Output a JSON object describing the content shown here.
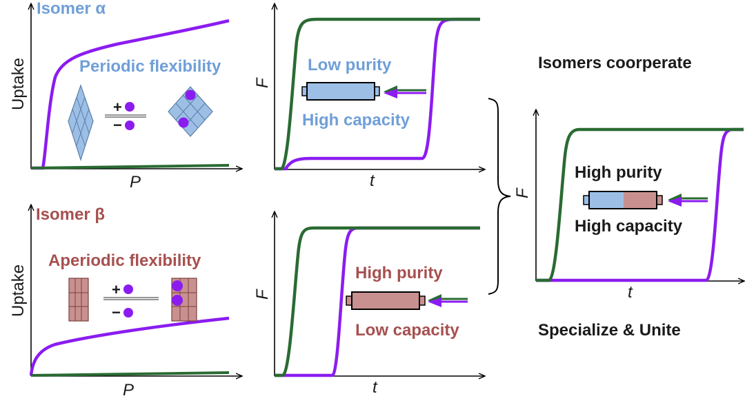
{
  "colors": {
    "alpha": "#6f9fd8",
    "beta": "#a6504f",
    "purple": "#8b1cf0",
    "green": "#2a6b33",
    "axis": "#000000",
    "dark_text": "#1a1a1a",
    "blue_fill": "#9dbfe6",
    "red_fill": "#c8918f"
  },
  "icons": [
    "arrow-left-icon",
    "column-icon",
    "diamond-lattice-icon",
    "rectangle-lattice-icon",
    "adsorbate-dot-icon"
  ],
  "panels": {
    "alpha_isotherm": {
      "title": "Isomer α",
      "ylabel": "Uptake",
      "xlabel": "P",
      "mechanism": "Periodic flexibility",
      "plus": "+",
      "minus": "−"
    },
    "beta_isotherm": {
      "title": "Isomer β",
      "ylabel": "Uptake",
      "xlabel": "P",
      "mechanism": "Aperiodic flexibility",
      "plus": "+",
      "minus": "−"
    },
    "alpha_breakthrough": {
      "ylabel": "F",
      "xlabel": "t",
      "purity": "Low purity",
      "capacity": "High capacity"
    },
    "beta_breakthrough": {
      "ylabel": "F",
      "xlabel": "t",
      "purity": "High purity",
      "capacity": "Low capacity"
    },
    "combined": {
      "header": "Isomers coorperate",
      "ylabel": "F",
      "xlabel": "t",
      "purity": "High purity",
      "capacity": "High capacity",
      "footer": "Specialize & Unite"
    }
  }
}
